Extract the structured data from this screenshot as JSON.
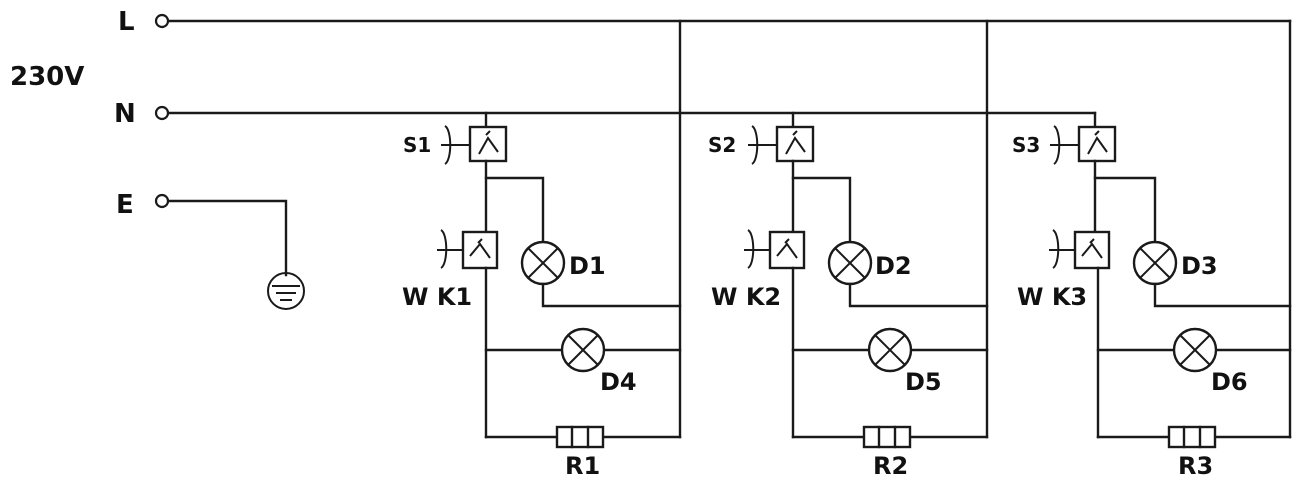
{
  "supply": {
    "voltage": "230V",
    "terminals": [
      "L",
      "N",
      "E"
    ]
  },
  "sections": [
    {
      "switch": "S1",
      "contact": "W K1",
      "lamp_a": "D1",
      "lamp_b": "D4",
      "resistor": "R1"
    },
    {
      "switch": "S2",
      "contact": "W K2",
      "lamp_a": "D2",
      "lamp_b": "D5",
      "resistor": "R2"
    },
    {
      "switch": "S3",
      "contact": "W K3",
      "lamp_a": "D3",
      "lamp_b": "D6",
      "resistor": "R3"
    }
  ],
  "colors": {
    "line": "#1a1a1a",
    "background": "#ffffff"
  }
}
